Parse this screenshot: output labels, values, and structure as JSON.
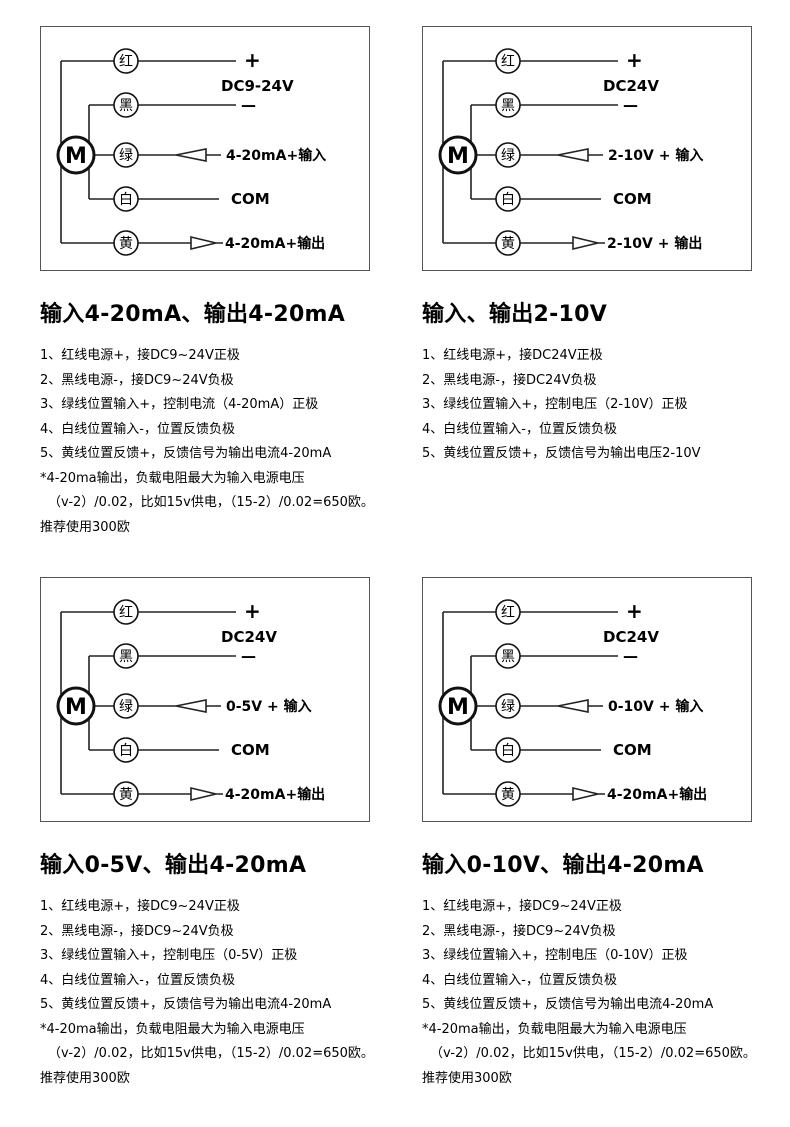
{
  "panels": [
    {
      "motor": "M",
      "wires": [
        "红",
        "黑",
        "绿",
        "白",
        "黄"
      ],
      "plus": "+",
      "minus": "—",
      "supply": "DC9-24V",
      "input": "4-20mA+输入",
      "com": "COM",
      "output": "4-20mA+输出",
      "title": "输入4-20mA、输出4-20mA",
      "notes": [
        "1、红线电源+，接DC9~24V正极",
        "2、黑线电源-，接DC9~24V负极",
        "3、绿线位置输入+，控制电流（4-20mA）正极",
        "4、白线位置输入-，位置反馈负极",
        "5、黄线位置反馈+，反馈信号为输出电流4-20mA",
        "*4-20ma输出，负载电阻最大为输入电源电压",
        "（v-2）/0.02，比如15v供电，（15-2）/0.02=650欧。",
        "推荐使用300欧"
      ]
    },
    {
      "motor": "M",
      "wires": [
        "红",
        "黑",
        "绿",
        "白",
        "黄"
      ],
      "plus": "+",
      "minus": "—",
      "supply": "DC24V",
      "input": "2-10V + 输入",
      "com": "COM",
      "output": "2-10V + 输出",
      "title": "输入、输出2-10V",
      "notes": [
        "1、红线电源+，接DC24V正极",
        "2、黑线电源-，接DC24V负极",
        "3、绿线位置输入+，控制电压（2-10V）正极",
        "4、白线位置输入-，位置反馈负极",
        "5、黄线位置反馈+，反馈信号为输出电压2-10V"
      ]
    },
    {
      "motor": "M",
      "wires": [
        "红",
        "黑",
        "绿",
        "白",
        "黄"
      ],
      "plus": "+",
      "minus": "—",
      "supply": "DC24V",
      "input": "0-5V + 输入",
      "com": "COM",
      "output": "4-20mA+输出",
      "title": "输入0-5V、输出4-20mA",
      "notes": [
        "1、红线电源+，接DC9~24V正极",
        "2、黑线电源-，接DC9~24V负极",
        "3、绿线位置输入+，控制电压（0-5V）正极",
        "4、白线位置输入-，位置反馈负极",
        "5、黄线位置反馈+，反馈信号为输出电流4-20mA",
        "*4-20ma输出，负载电阻最大为输入电源电压",
        "（v-2）/0.02，比如15v供电，（15-2）/0.02=650欧。",
        "推荐使用300欧"
      ]
    },
    {
      "motor": "M",
      "wires": [
        "红",
        "黑",
        "绿",
        "白",
        "黄"
      ],
      "plus": "+",
      "minus": "—",
      "supply": "DC24V",
      "input": "0-10V + 输入",
      "com": "COM",
      "output": "4-20mA+输出",
      "title": "输入0-10V、输出4-20mA",
      "notes": [
        "1、红线电源+，接DC9~24V正极",
        "2、黑线电源-，接DC9~24V负极",
        "3、绿线位置输入+，控制电压（0-10V）正极",
        "4、白线位置输入-，位置反馈负极",
        "5、黄线位置反馈+，反馈信号为输出电流4-20mA",
        "*4-20ma输出，负载电阻最大为输入电源电压",
        "（v-2）/0.02，比如15v供电，（15-2）/0.02=650欧。",
        "推荐使用300欧"
      ]
    }
  ]
}
